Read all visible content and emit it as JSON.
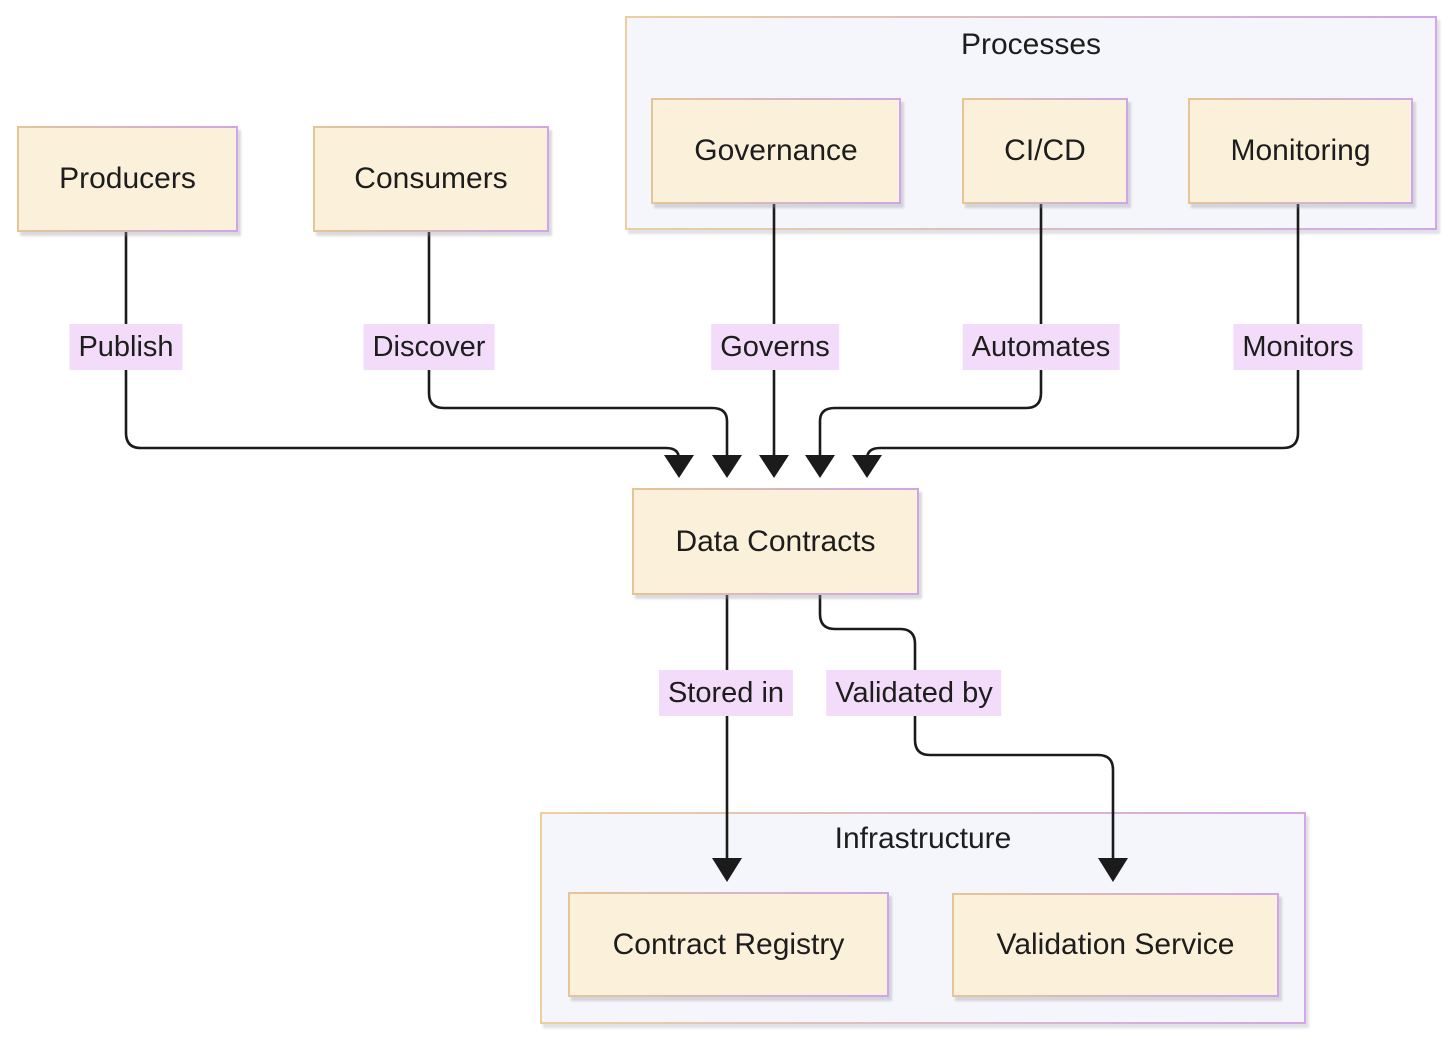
{
  "diagram": {
    "type": "flowchart",
    "background_color": "#ffffff",
    "colors": {
      "node_fill": "#fbf0da",
      "node_border_gradient": [
        "#e5c596",
        "#d0a5e8"
      ],
      "container_fill": "#f4f6fb",
      "container_border_gradient": [
        "#eccf9f",
        "#d2a6e9"
      ],
      "edge_label_background": "#f3dcf9",
      "edge_stroke": "#1b1b1b",
      "text": "#1d1d1d"
    },
    "containers": [
      {
        "id": "processes",
        "title": "Processes"
      },
      {
        "id": "infrastructure",
        "title": "Infrastructure"
      }
    ],
    "nodes": [
      {
        "id": "producers",
        "label": "Producers"
      },
      {
        "id": "consumers",
        "label": "Consumers"
      },
      {
        "id": "governance",
        "label": "Governance",
        "container": "Processes"
      },
      {
        "id": "cicd",
        "label": "CI/CD",
        "container": "Processes"
      },
      {
        "id": "monitoring",
        "label": "Monitoring",
        "container": "Processes"
      },
      {
        "id": "data-contracts",
        "label": "Data Contracts"
      },
      {
        "id": "contract-registry",
        "label": "Contract Registry",
        "container": "Infrastructure"
      },
      {
        "id": "validation-service",
        "label": "Validation Service",
        "container": "Infrastructure"
      }
    ],
    "edges": [
      {
        "from": "Producers",
        "to": "Data Contracts",
        "label": "Publish"
      },
      {
        "from": "Consumers",
        "to": "Data Contracts",
        "label": "Discover"
      },
      {
        "from": "Governance",
        "to": "Data Contracts",
        "label": "Governs"
      },
      {
        "from": "CI/CD",
        "to": "Data Contracts",
        "label": "Automates"
      },
      {
        "from": "Monitoring",
        "to": "Data Contracts",
        "label": "Monitors"
      },
      {
        "from": "Data Contracts",
        "to": "Contract Registry",
        "label": "Stored in"
      },
      {
        "from": "Data Contracts",
        "to": "Validation Service",
        "label": "Validated by"
      }
    ]
  }
}
